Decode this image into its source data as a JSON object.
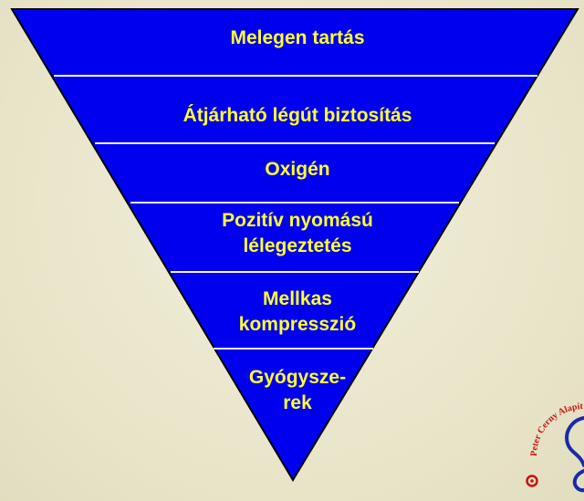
{
  "diagram": {
    "levels": [
      {
        "lines": [
          "Melegen tartás"
        ]
      },
      {
        "lines": [
          "Átjárható légút biztosítás"
        ]
      },
      {
        "lines": [
          "Oxigén"
        ]
      },
      {
        "lines": [
          "Pozitív nyomású",
          "lélegeztetés"
        ]
      },
      {
        "lines": [
          "Mellkas",
          "kompresszió"
        ]
      },
      {
        "lines": [
          "Gyógysze-",
          "rek"
        ]
      }
    ]
  },
  "logo": {
    "text": "Peter Cerny Alapítvány"
  },
  "colors": {
    "fill": "#0000ee",
    "text": "#ffff33",
    "divider": "#f4f4f4",
    "outline": "#000000",
    "logo_red": "#cc1111",
    "logo_blue": "#1a2aa8"
  }
}
